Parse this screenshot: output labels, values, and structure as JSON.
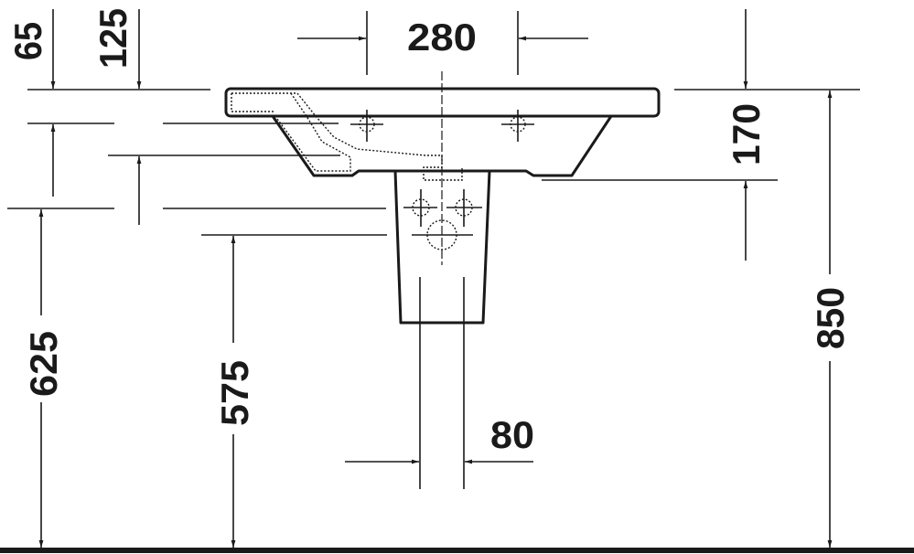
{
  "drawing": {
    "dimensions": {
      "rim_offset_small": "65",
      "rim_offset_large": "125",
      "tap_hole_spacing": "280",
      "basin_depth": "170",
      "total_height": "850",
      "height_625": "625",
      "height_575": "575",
      "pedestal_spacing": "80"
    },
    "color": "#1a1a1a"
  }
}
